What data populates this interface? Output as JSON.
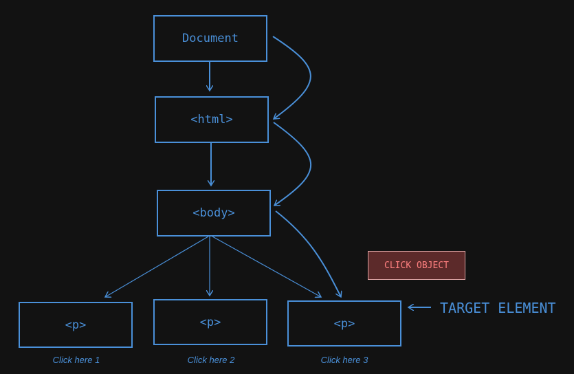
{
  "diagram": {
    "nodes": {
      "document": "Document",
      "html": "<html>",
      "body": "<body>",
      "p1": "<p>",
      "p2": "<p>",
      "p3": "<p>"
    },
    "captions": {
      "p1": "Click here 1",
      "p2": "Click here 2",
      "p3": "Click here 3"
    },
    "target_label": "TARGET ELEMENT"
  },
  "click_button": {
    "label": "CLICK OBJECT"
  },
  "colors": {
    "background": "#121212",
    "accent": "#4a90d9",
    "button_bg": "#5c2a2a",
    "button_text": "#ff8080"
  }
}
